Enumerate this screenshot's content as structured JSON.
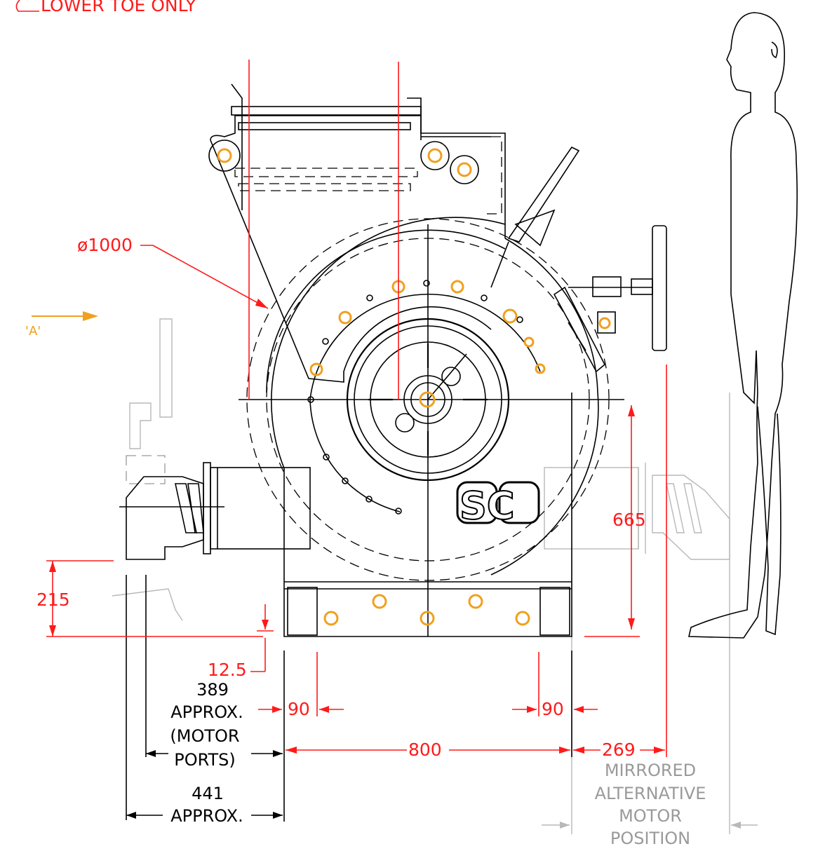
{
  "notes": {
    "lower_toe": "LOWER TOE ONLY",
    "view_arrow": "'A'",
    "logo": "SC"
  },
  "dimensions": {
    "diameter": "ø1000",
    "height_665": "665",
    "height_215": "215",
    "gap_12_5": "12.5",
    "motor_ports": [
      "389",
      "APPROX.",
      "(MOTOR",
      "PORTS)"
    ],
    "overall_441": [
      "441",
      "APPROX."
    ],
    "left_90": "90",
    "right_90": "90",
    "width_800": "800",
    "offset_269": "269"
  },
  "mirrored_label": [
    "MIRRORED",
    "ALTERNATIVE",
    "MOTOR",
    "POSITION"
  ],
  "colors": {
    "dimension": "#ff1a1a",
    "highlight": "#f0a01e",
    "outline": "#000000",
    "ghost": "#b8b8b8"
  }
}
